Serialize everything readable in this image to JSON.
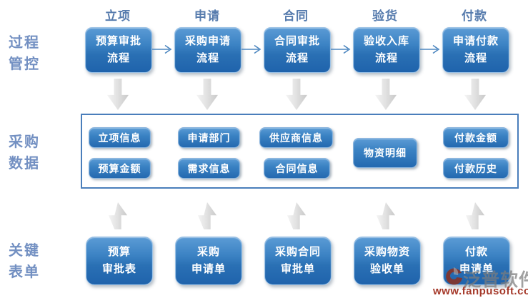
{
  "stages": [
    "立项",
    "申请",
    "合同",
    "验货",
    "付款"
  ],
  "row_labels": {
    "process": {
      "line1": "过程",
      "line2": "管控"
    },
    "data": {
      "line1": "采购",
      "line2": "数据"
    },
    "forms": {
      "line1": "关键",
      "line2": "表单"
    }
  },
  "process_boxes": [
    {
      "line1": "预算审批",
      "line2": "流程"
    },
    {
      "line1": "采购申请",
      "line2": "流程"
    },
    {
      "line1": "合同审批",
      "line2": "流程"
    },
    {
      "line1": "验收入库",
      "line2": "流程"
    },
    {
      "line1": "申请付款",
      "line2": "流程"
    }
  ],
  "data_groups": [
    {
      "buttons": [
        "立项信息",
        "预算金额"
      ]
    },
    {
      "buttons": [
        "申请部门",
        "需求信息"
      ]
    },
    {
      "buttons": [
        "供应商信息",
        "合同信息"
      ]
    },
    {
      "buttons": [
        "物资明细"
      ]
    },
    {
      "buttons": [
        "付款金额",
        "付款历史"
      ]
    }
  ],
  "form_boxes": [
    {
      "line1": "预算",
      "line2": "审批表"
    },
    {
      "line1": "采购",
      "line2": "申请单"
    },
    {
      "line1": "采购合同",
      "line2": "审批单"
    },
    {
      "line1": "采购物资",
      "line2": "验收单"
    },
    {
      "line1": "付款",
      "line2": "申请单"
    }
  ],
  "watermark": {
    "brand": "泛普软件",
    "url": "www.fanpusoft.com"
  },
  "colors": {
    "box_blue": "#2E75B8",
    "box_border": "#9DC3E6",
    "panel_border": "#4A7EBB",
    "label_blue": "#7390C2",
    "header_blue": "#567BAD",
    "arrow_gray": "#D6D6D6",
    "flow_arrow_blue": "#4D87C0",
    "watermark_red": "#A5392A"
  }
}
